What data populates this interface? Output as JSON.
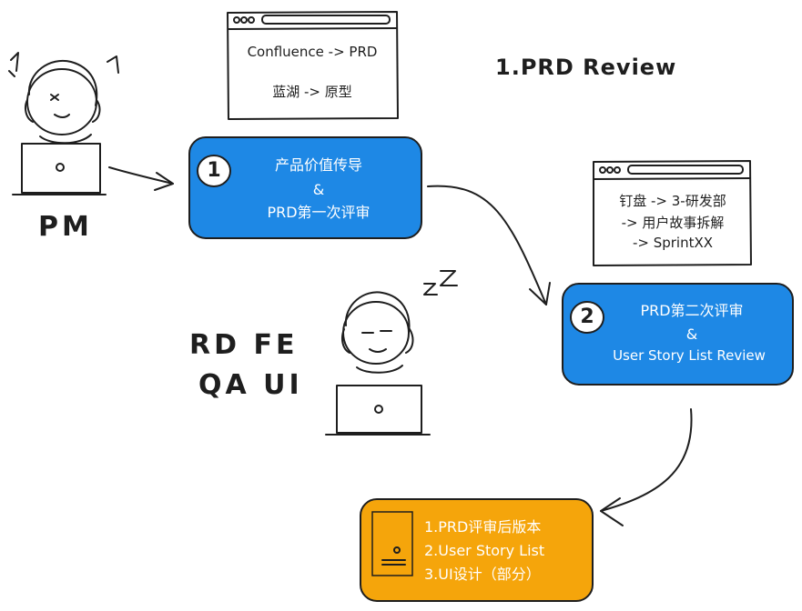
{
  "title": "1.PRD Review",
  "pm": {
    "label": "PM"
  },
  "team": {
    "line1": "RD FE",
    "line2": "QA UI"
  },
  "window1": {
    "line1": "Confluence -> PRD",
    "line2": "蓝湖 -> 原型"
  },
  "window2": {
    "line1": "钉盘 -> 3-研发部",
    "line2": "-> 用户故事拆解",
    "line3": "-> SprintXX"
  },
  "step1": {
    "number": "1",
    "line1": "产品价值传导",
    "line2": "&",
    "line3": "PRD第一次评审"
  },
  "step2": {
    "number": "2",
    "line1": "PRD第二次评审",
    "line2": "&",
    "line3": "User Story List Review"
  },
  "output": {
    "line1": "1.PRD评审后版本",
    "line2": "2.User Story List",
    "line3": "3.UI设计（部分）"
  },
  "colors": {
    "step_fill": "#1e88e5",
    "output_fill": "#f5a50b",
    "stroke": "#1e1e1e"
  }
}
